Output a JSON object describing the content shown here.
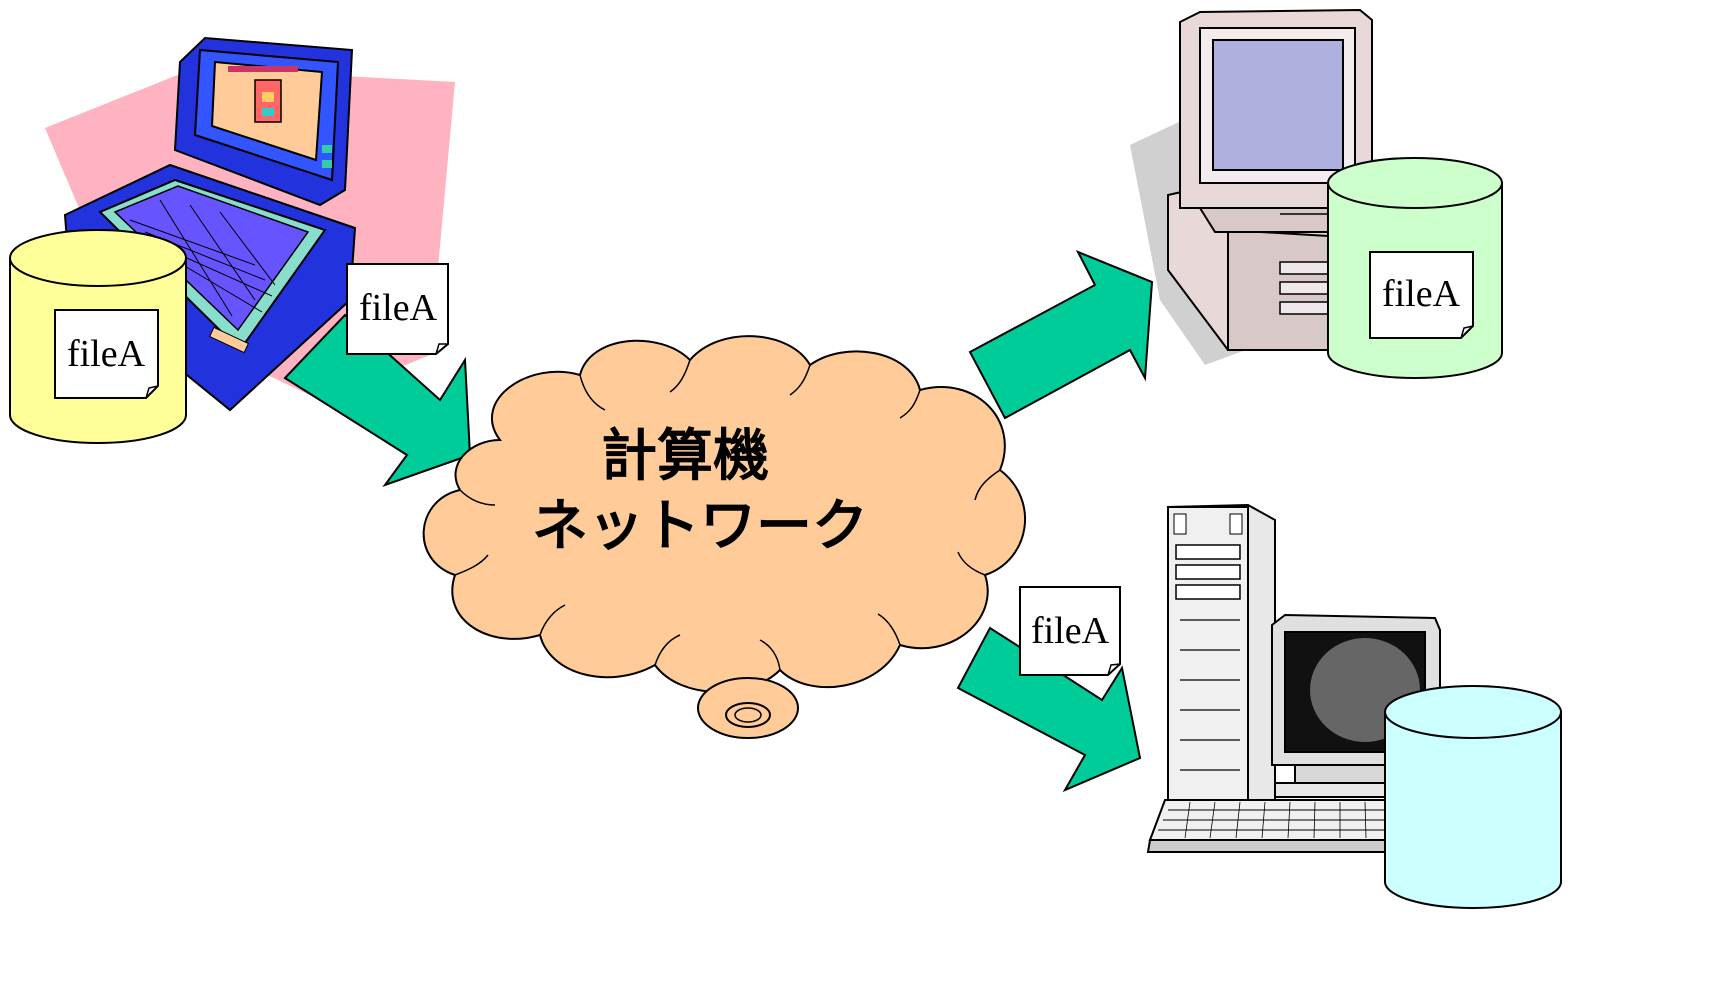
{
  "cloud": {
    "line1": "計算機",
    "line2": "ネットワーク"
  },
  "files": {
    "laptop_db": "fileA",
    "upload_doc": "fileA",
    "desktop_db": "fileA",
    "tower_doc": "fileA"
  },
  "colors": {
    "arrow": "#00cc99",
    "cloud": "#ffcc99",
    "db_yellow": "#ffff99",
    "db_green": "#ccffcc",
    "db_cyan": "#ccffff",
    "laptop_shadow": "#ffb3c1",
    "laptop_body": "#3355ff",
    "monitor_beige": "#e8d8d8",
    "screen": "#b0b0e0"
  },
  "icons": [
    "laptop-icon",
    "desktop-computer-icon",
    "tower-computer-icon",
    "database-icon",
    "document-icon",
    "cloud-icon",
    "arrow-icon"
  ]
}
